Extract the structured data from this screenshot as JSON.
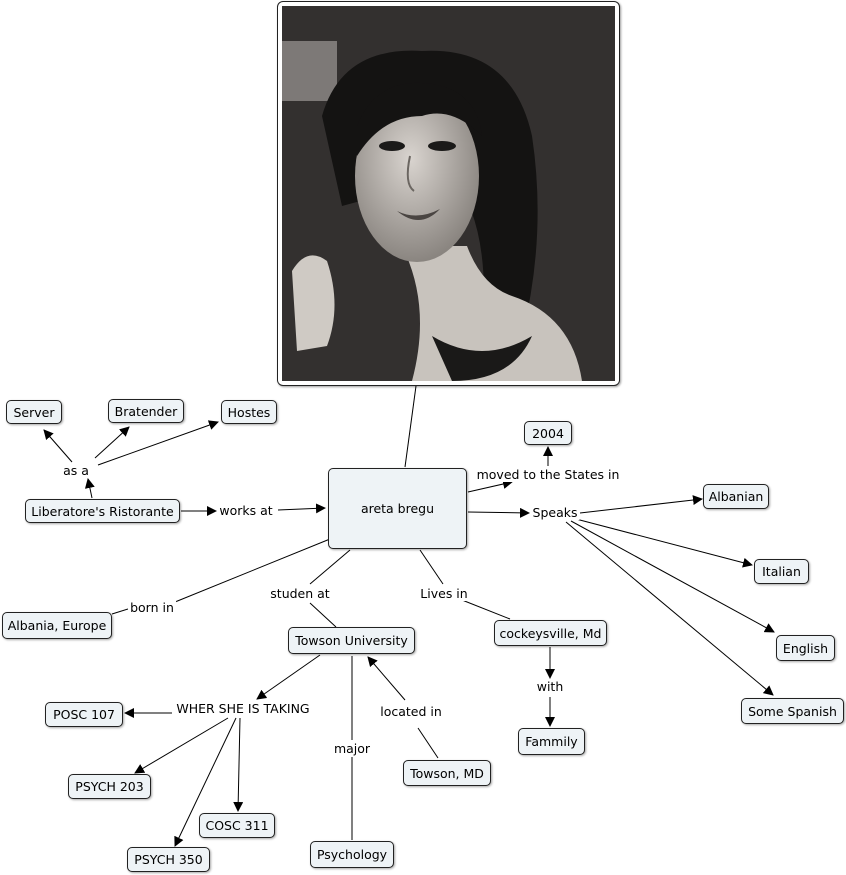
{
  "central": "areta bregu",
  "photo": {
    "kind": "portrait-photo"
  },
  "concepts": {
    "server": "Server",
    "bratender": "Bratender",
    "hostes": "Hostes",
    "liberatore": "Liberatore's Ristorante",
    "albania": "Albania, Europe",
    "towson_university": "Towson University",
    "cockeysville": "cockeysville, Md",
    "fammily": "Fammily",
    "year2004": "2004",
    "albanian": "Albanian",
    "italian": "Italian",
    "english": "English",
    "some_spanish": "Some Spanish",
    "posc107": "POSC 107",
    "psych203": "PSYCH 203",
    "cosc311": "COSC 311",
    "psych350": "PSYCH 350",
    "psychology": "Psychology",
    "towson_md": "Towson, MD"
  },
  "links": {
    "as_a": "as a",
    "works_at": "works at",
    "born_in": "born in",
    "studen_at": "studen at",
    "lives_in": "Lives in",
    "moved": "moved to the States in",
    "speaks": "Speaks",
    "with": "with",
    "wher": "WHER SHE IS TAKING",
    "major": "major",
    "located_in": "located in"
  },
  "colors": {
    "node_fill": "#eef3f6",
    "border": "#222222",
    "line": "#000000"
  }
}
